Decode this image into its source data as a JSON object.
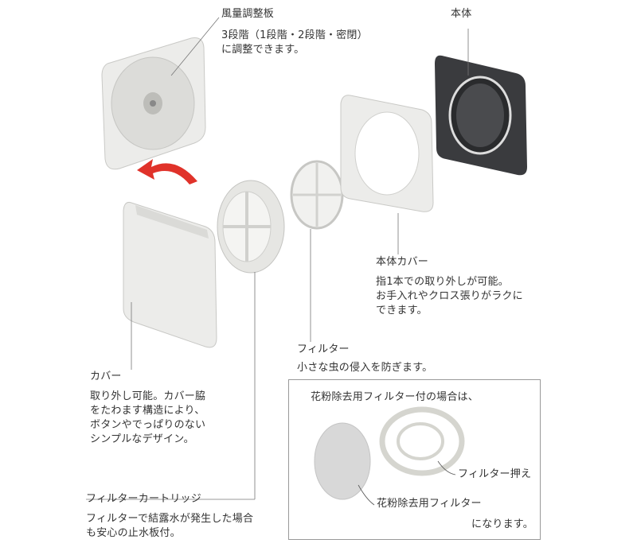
{
  "labels": {
    "damper": {
      "title": "風量調整板",
      "lines": [
        "3段階（1段階・2段階・密閉）",
        "に調整できます。"
      ]
    },
    "body": {
      "title": "本体"
    },
    "body_cover": {
      "title": "本体カバー",
      "lines": [
        "指1本での取り外しが可能。",
        "お手入れやクロス張りがラクに",
        "できます。"
      ]
    },
    "filter": {
      "title": "フィルター",
      "lines": [
        "小さな虫の侵入を防ぎます。"
      ]
    },
    "cover": {
      "title": "カバー",
      "lines": [
        "取り外し可能。カバー脇",
        "をたわます構造により、",
        "ボタンやでっぱりのない",
        "シンプルなデザイン。"
      ]
    },
    "cartridge": {
      "title": "フィルターカートリッジ",
      "lines": [
        "フィルターで結露水が発生した場合",
        "も安心の止水板付。"
      ]
    }
  },
  "pollen_box": {
    "heading": "花粉除去用フィルター付の場合は、",
    "filter_holder": "フィルター押え",
    "pollen_filter": "花粉除去用フィルター",
    "footer": "になります。"
  },
  "colors": {
    "part_white": "#e9e9e6",
    "body_dark": "#3a3b3e",
    "arrow_red": "#e0322a"
  }
}
